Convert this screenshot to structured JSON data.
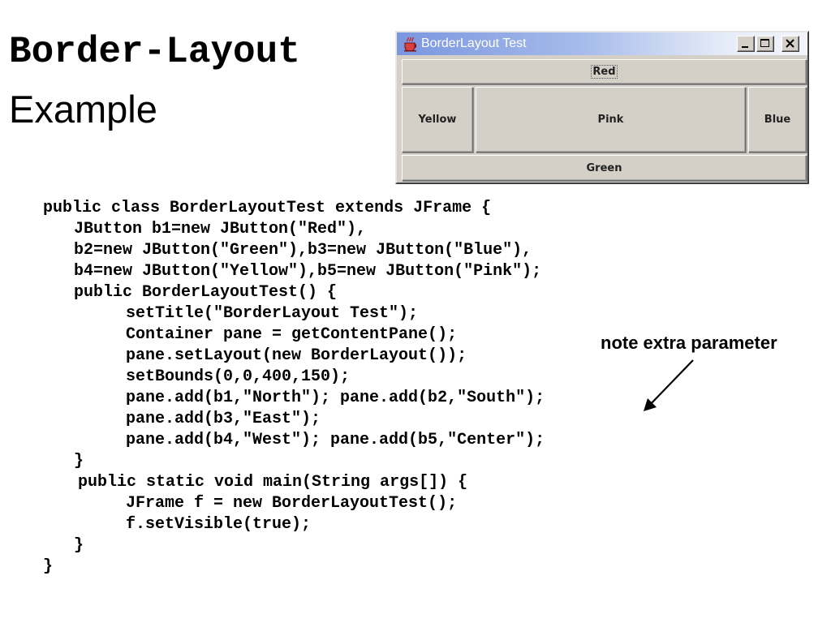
{
  "slide": {
    "title_line1": "Border-Layout",
    "title_line2": "Example"
  },
  "window": {
    "title": "BorderLayout Test",
    "controls": [
      "minimize-icon",
      "maximize-icon",
      "close-icon"
    ],
    "buttons": {
      "north": "Red",
      "west": "Yellow",
      "center": "Pink",
      "east": "Blue",
      "south": "Green"
    },
    "colors": {
      "panel": "#d4d0c8",
      "titlebar_start": "#7a96df",
      "titlebar_end": "#f2f4fa"
    }
  },
  "code": {
    "lines": [
      "public class BorderLayoutTest extends JFrame {",
      "JButton b1=new JButton(\"Red\"),",
      "b2=new JButton(\"Green\"),b3=new JButton(\"Blue\"),",
      "b4=new JButton(\"Yellow\"),b5=new JButton(\"Pink\");",
      "public BorderLayoutTest() {",
      "setTitle(\"BorderLayout Test\");",
      "Container pane = getContentPane();",
      "pane.setLayout(new BorderLayout());",
      "setBounds(0,0,400,150);",
      "pane.add(b1,\"North\"); pane.add(b2,\"South\");",
      "pane.add(b3,\"East\");",
      "pane.add(b4,\"West\"); pane.add(b5,\"Center\");",
      "}",
      "public static void main(String args[]) {",
      "JFrame f = new BorderLayoutTest();",
      "f.setVisible(true);",
      "}",
      "}"
    ]
  },
  "annotation": {
    "text": "note extra parameter"
  }
}
